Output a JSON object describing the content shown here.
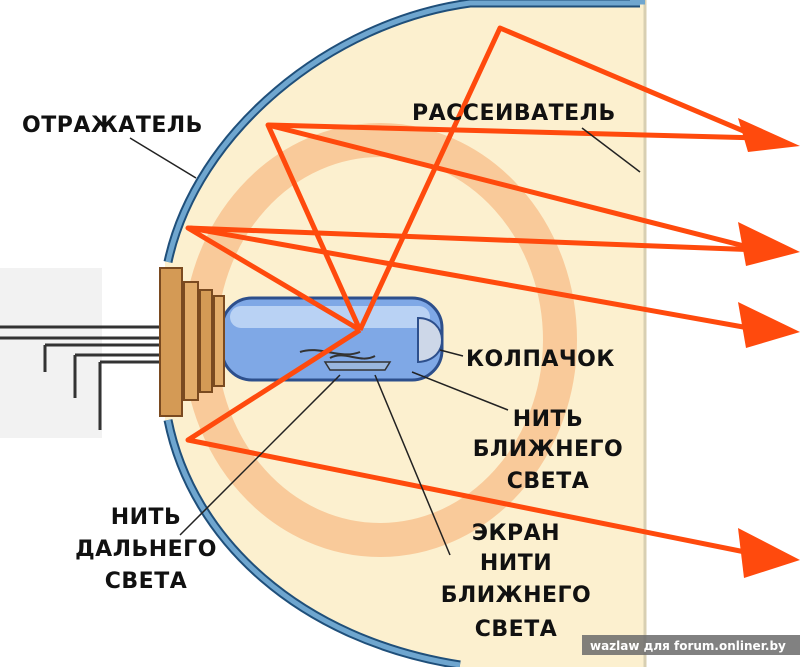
{
  "labels": {
    "reflector": "ОТРАЖАТЕЛЬ",
    "diffuser": "РАССЕИВАТЕЛЬ",
    "cap": "КОЛПАЧОК",
    "low_beam_filament": [
      "НИТЬ",
      "БЛИЖНЕГО",
      "СВЕТА"
    ],
    "high_beam_filament": [
      "НИТЬ",
      "ДАЛЬНЕГО",
      "СВЕТА"
    ],
    "low_beam_shield": [
      "ЭКРАН",
      "НИТИ",
      "БЛИЖНЕГО",
      "СВЕТА"
    ]
  },
  "watermark": "wazlaw для forum.onliner.by",
  "colors": {
    "interior": "#fcf0cf",
    "glow": "#f7c08c",
    "reflector": "#6fa6cf",
    "rays": "#ff4a0d",
    "bulb_glass": "#7fa8e6",
    "socket": "#d49a55",
    "wires": "#333333",
    "text": "#111111"
  }
}
